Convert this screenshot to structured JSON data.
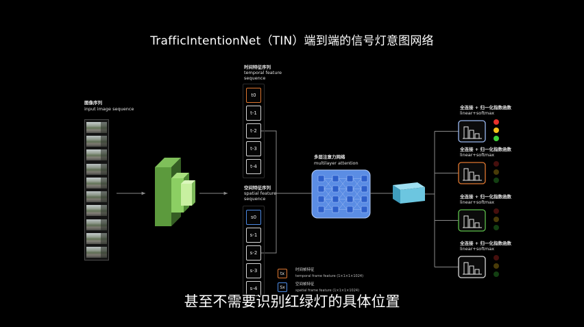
{
  "title": "TrafficIntentionNet（TIN）端到端的信号灯意图网络",
  "input_sequence": {
    "label_zh": "图像序列",
    "label_en": "input image sequence"
  },
  "temporal": {
    "label_zh": "时间特征序列",
    "label_en_line1": "temporal feature",
    "label_en_line2": "sequence",
    "items": [
      "t0",
      "t-1",
      "t-2",
      "t-3",
      "t-4"
    ],
    "accent": "#e0772f"
  },
  "spatial": {
    "label_zh": "空间特征序列",
    "label_en_line1": "spatial feature",
    "label_en_line2": "sequence",
    "items": [
      "s0",
      "s-1",
      "s-2",
      "s-3",
      "s-4"
    ],
    "accent": "#4d8be6"
  },
  "attention": {
    "label_zh": "多层注意力网络",
    "label_en": "multilayer attention",
    "color": "#5b8de4"
  },
  "heads": [
    {
      "label_zh": "全连接 + 归一化指数函数",
      "label_en": "linear+softmax",
      "color": "#9ab8f0",
      "lights_on": true
    },
    {
      "label_zh": "全连接 + 归一化指数函数",
      "label_en": "linear+softmax",
      "color": "#e0772f",
      "lights_on": false
    },
    {
      "label_zh": "全连接 + 归一化指数函数",
      "label_en": "linear+softmax",
      "color": "#5cc04a",
      "lights_on": false
    },
    {
      "label_zh": "全连接 + 归一化指数函数",
      "label_en": "linear+softmax",
      "color": "#d8d8d8",
      "lights_on": false
    }
  ],
  "traffic_light_colors": [
    "#e8312a",
    "#f3c21b",
    "#3fd23a"
  ],
  "legend": [
    {
      "symbol": "tx",
      "label_zh": "时间帧特征",
      "label_en": "temporal frame feature (1×1×1×1024)",
      "color": "#e0772f"
    },
    {
      "symbol": "Sx",
      "label_zh": "空间帧特征",
      "label_en": "spatial frame feature (1×1×1×1024)",
      "color": "#4d8be6"
    }
  ],
  "subtitle": "甚至不需要识别红绿灯的具体位置",
  "colors": {
    "background": "#000000",
    "connector": "#8a8a8a",
    "feature_cyan": "#6cc6e0"
  }
}
